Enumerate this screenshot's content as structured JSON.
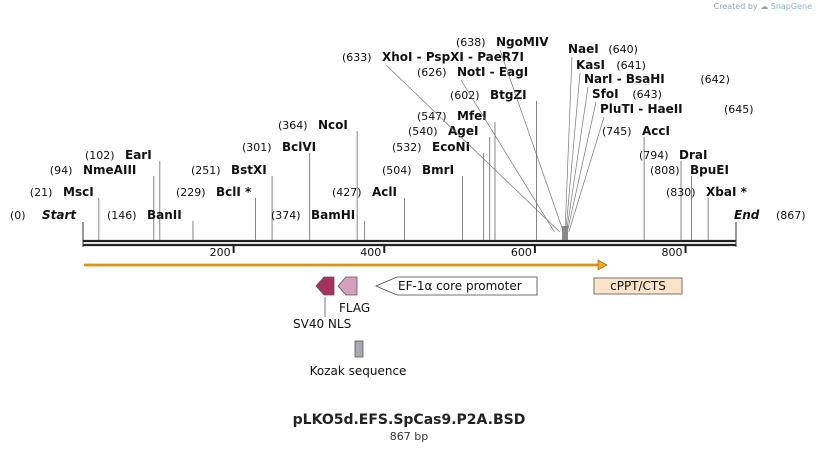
{
  "brand": {
    "prefix": "Created by",
    "name": "SnapGene"
  },
  "title": "pLKO5d.EFS.SpCas9.P2A.BSD",
  "length_label": "867 bp",
  "sequence": {
    "start": 0,
    "end": 867,
    "start_label": "Start",
    "end_label": "End",
    "start_pos": "(0)",
    "end_pos": "(867)"
  },
  "ruler_ticks": [
    {
      "value": 200,
      "label": "200"
    },
    {
      "value": 400,
      "label": "400"
    },
    {
      "value": 600,
      "label": "600"
    },
    {
      "value": 800,
      "label": "800"
    }
  ],
  "sites": [
    {
      "name": "MscI",
      "pos": 21,
      "pos_label": "(21)",
      "star": false
    },
    {
      "name": "NmeAIII",
      "pos": 94,
      "pos_label": "(94)",
      "star": false
    },
    {
      "name": "EarI",
      "pos": 102,
      "pos_label": "(102)",
      "star": false
    },
    {
      "name": "BanII",
      "pos": 146,
      "pos_label": "(146)",
      "star": false
    },
    {
      "name": "BclI",
      "pos": 229,
      "pos_label": "(229)",
      "star": true
    },
    {
      "name": "BstXI",
      "pos": 251,
      "pos_label": "(251)",
      "star": false
    },
    {
      "name": "BclVI",
      "pos": 301,
      "pos_label": "(301)",
      "star": false
    },
    {
      "name": "NcoI",
      "pos": 364,
      "pos_label": "(364)",
      "star": false
    },
    {
      "name": "BamHI",
      "pos": 374,
      "pos_label": "(374)",
      "star": false
    },
    {
      "name": "AclI",
      "pos": 427,
      "pos_label": "(427)",
      "star": false
    },
    {
      "name": "BmrI",
      "pos": 504,
      "pos_label": "(504)",
      "star": false
    },
    {
      "name": "EcoNI",
      "pos": 532,
      "pos_label": "(532)",
      "star": false
    },
    {
      "name": "AgeI",
      "pos": 540,
      "pos_label": "(540)",
      "star": false
    },
    {
      "name": "MfeI",
      "pos": 547,
      "pos_label": "(547)",
      "star": false
    },
    {
      "name": "BtgZI",
      "pos": 602,
      "pos_label": "(602)",
      "star": false
    },
    {
      "name": "NotI - EagI",
      "pos": 626,
      "pos_label": "(626)",
      "star": false
    },
    {
      "name": "XhoI - PspXI - PaeR7I",
      "pos": 633,
      "pos_label": "(633)",
      "star": false
    },
    {
      "name": "NgoMIV",
      "pos": 638,
      "pos_label": "(638)",
      "star": false
    },
    {
      "name": "NaeI",
      "pos": 640,
      "pos_label": "(640)",
      "star": false
    },
    {
      "name": "KasI",
      "pos": 641,
      "pos_label": "(641)",
      "star": false
    },
    {
      "name": "NarI - BsaHI",
      "pos": 642,
      "pos_label": "(642)",
      "star": false
    },
    {
      "name": "SfoI",
      "pos": 643,
      "pos_label": "(643)",
      "star": false
    },
    {
      "name": "PluTI - HaeII",
      "pos": 645,
      "pos_label": "(645)",
      "star": false
    },
    {
      "name": "AccI",
      "pos": 745,
      "pos_label": "(745)",
      "star": false
    },
    {
      "name": "DraI",
      "pos": 794,
      "pos_label": "(794)",
      "star": false
    },
    {
      "name": "BpuEI",
      "pos": 808,
      "pos_label": "(808)",
      "star": false
    },
    {
      "name": "XbaI",
      "pos": 830,
      "pos_label": "(830)",
      "star": true
    }
  ],
  "features": [
    {
      "name": "EF-1α core promoter",
      "kind": "promoter",
      "direction": "reverse",
      "color": "#ffffff"
    },
    {
      "name": "cPPT/CTS",
      "kind": "misc",
      "direction": "none",
      "color": "#fde3c8"
    },
    {
      "name": "FLAG",
      "kind": "tag",
      "direction": "reverse",
      "color": "#d4a0be"
    },
    {
      "name": "SV40 NLS",
      "kind": "nls",
      "direction": "reverse",
      "color": "#a8325e"
    },
    {
      "name": "Kozak sequence",
      "kind": "kozak",
      "direction": "none",
      "color": "#a8aab0"
    }
  ],
  "orf": {
    "direction": "forward",
    "color": "#f5a623"
  }
}
